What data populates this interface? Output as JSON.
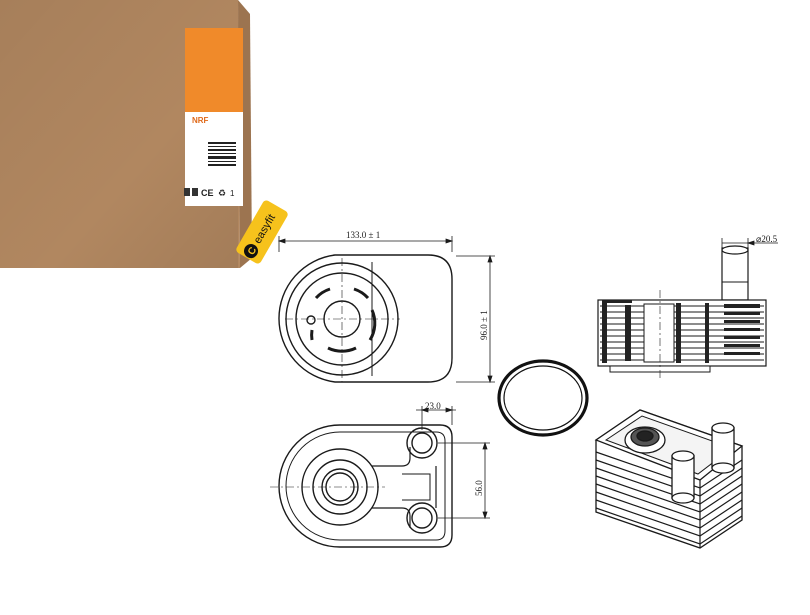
{
  "box": {
    "label": {
      "brand": "NRF",
      "ce_mark": "CE",
      "recycle": "♻",
      "qty": "1"
    }
  },
  "badge": {
    "text": "easyfit",
    "mark": "C"
  },
  "drawing": {
    "width_dim": "133.0 ± 1",
    "height_dim": "96.0 ± 1",
    "pipe_dim": "⌀20.5",
    "port_dim": "23.0",
    "port_spacing_dim": "56.0"
  },
  "colors": {
    "box_brown": "#b0865e",
    "box_side": "#c29a73",
    "label_orange": "#f08a2a",
    "badge_yellow": "#f6c21c",
    "line": "#1a1a1a"
  }
}
